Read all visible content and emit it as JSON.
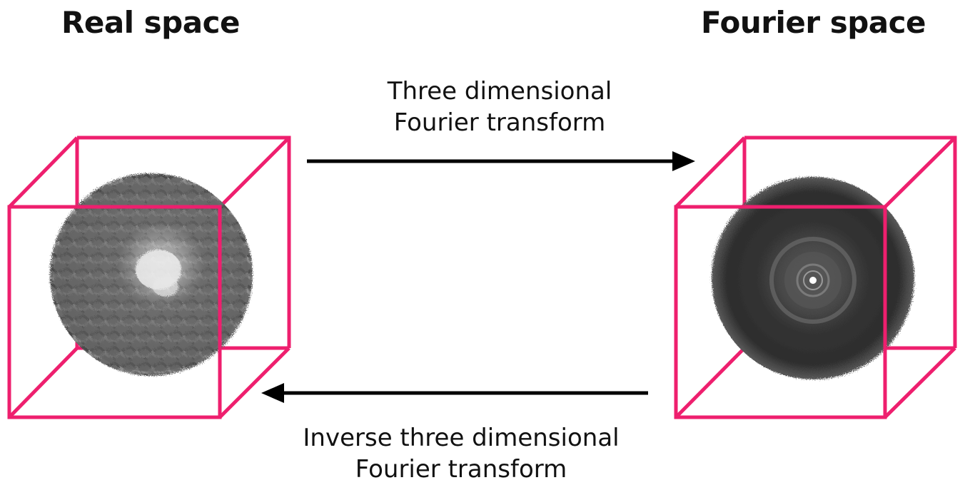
{
  "left_panel": {
    "title": "Real space"
  },
  "right_panel": {
    "title": "Fourier space"
  },
  "forward_transform": {
    "line1": "Three dimensional",
    "line2": "Fourier transform"
  },
  "inverse_transform": {
    "line1": "Inverse three dimensional",
    "line2": "Fourier transform"
  },
  "colors": {
    "cube_edge": "#ee1f6e",
    "arrow": "#000000",
    "density_map": "#6b6b6b",
    "fourier_sphere": "#3b3b3b"
  }
}
